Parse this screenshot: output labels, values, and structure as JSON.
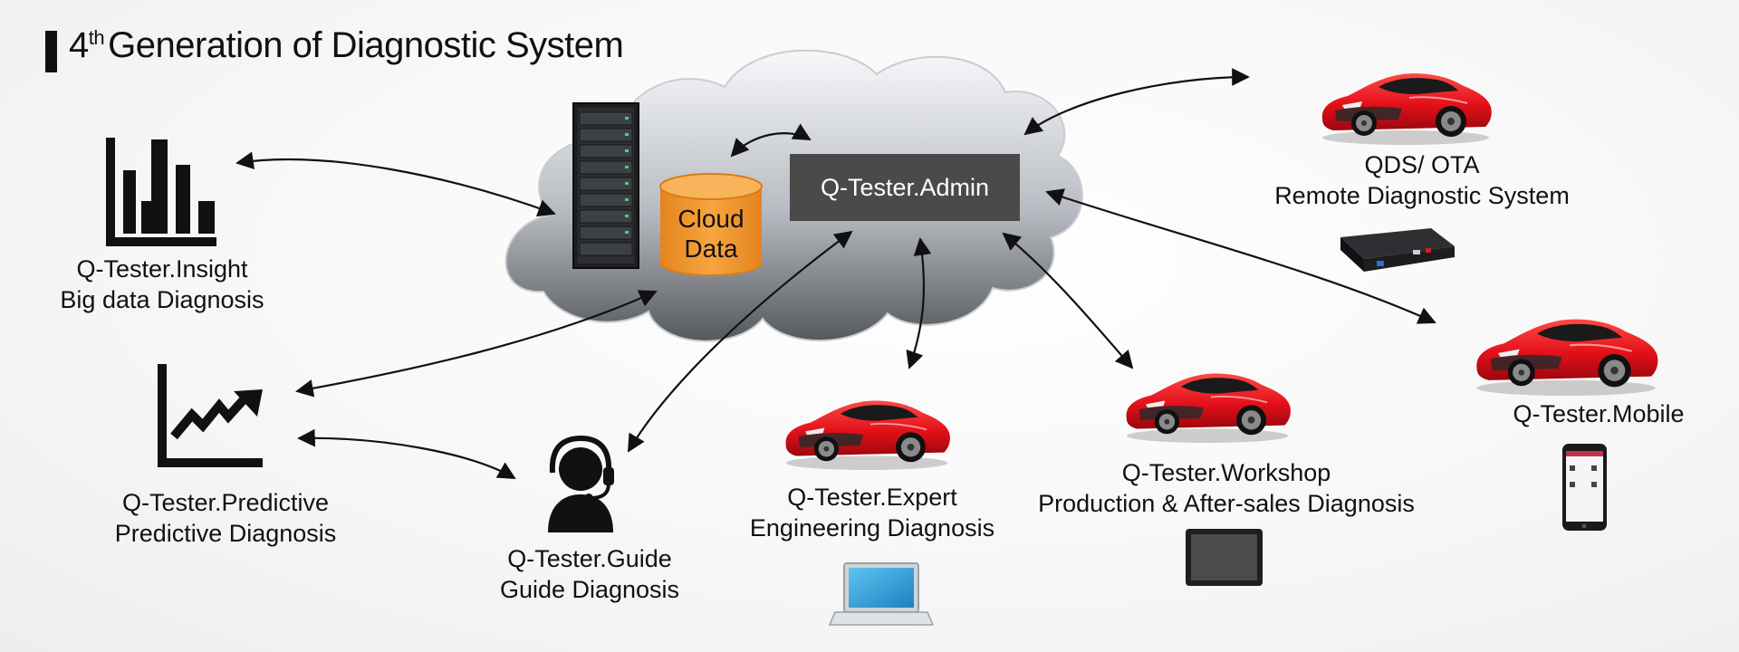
{
  "title": {
    "prefix": "4",
    "sup": "th",
    "text": "Generation of Diagnostic System"
  },
  "cloud": {
    "data_line1": "Cloud",
    "data_line2": "Data",
    "admin": "Q-Tester.Admin"
  },
  "nodes": {
    "insight": {
      "name": "Q-Tester.Insight",
      "desc": "Big data Diagnosis"
    },
    "predictive": {
      "name": "Q-Tester.Predictive",
      "desc": "Predictive Diagnosis"
    },
    "guide": {
      "name": "Q-Tester.Guide",
      "desc": "Guide Diagnosis"
    },
    "expert": {
      "name": "Q-Tester.Expert",
      "desc": "Engineering Diagnosis"
    },
    "workshop": {
      "name": "Q-Tester.Workshop",
      "desc": "Production & After-sales Diagnosis"
    },
    "qds": {
      "name": "QDS/ OTA",
      "desc": "Remote Diagnostic System"
    },
    "mobile": {
      "name": "Q-Tester.Mobile"
    }
  },
  "colors": {
    "car_red": "#e3101a",
    "data_orange": "#f39a32",
    "admin_gray": "#4a4a4a",
    "arrow": "#111111"
  }
}
